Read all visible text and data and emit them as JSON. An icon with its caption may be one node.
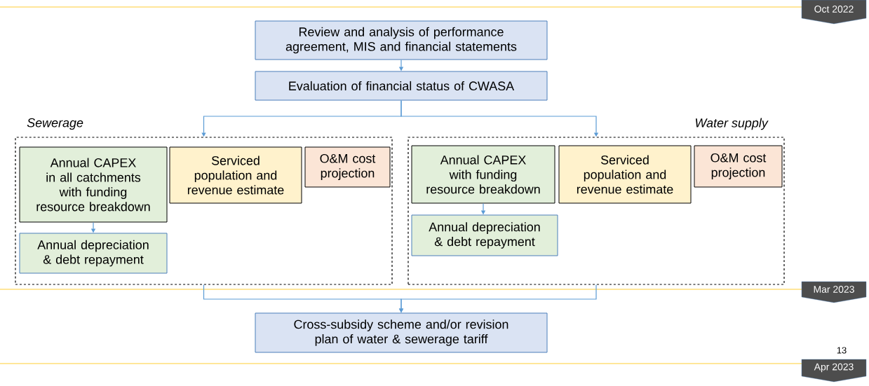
{
  "diagram": {
    "nodes": [
      {
        "text": [
          "Review and analysis of performance agreement, MIS and financial statements"
        ]
      },
      {
        "text": [
          "Evaluation of financial status of CWASA"
        ]
      },
      {
        "text": [
          "Sewerage"
        ]
      },
      {
        "text": [
          "Annual CAPEX in all catchments with funding resource breakdown"
        ],
        "in": 2
      },
      {
        "text": [
          "Serviced population and revenue estimate"
        ],
        "in": 2
      },
      {
        "text": [
          "O&M cost projection"
        ],
        "in": 2
      },
      {
        "text": [
          "Annual depreciation & debt repayment"
        ],
        "in": 2
      },
      {
        "text": [
          "Water supply"
        ]
      },
      {
        "text": [
          "Annual CAPEX with funding resource breakdown"
        ],
        "in": 7
      },
      {
        "text": [
          "Serviced population and revenue estimate"
        ],
        "in": 7
      },
      {
        "text": [
          "O&M cost projection"
        ],
        "in": 7
      },
      {
        "text": [
          "Annual depreciation & debt repayment"
        ],
        "in": 7
      },
      {
        "text": [
          "Cross-subsidy scheme and/or revision plan of water & sewerage tariff"
        ]
      },
      {
        "text": [
          "Oct 2022"
        ]
      },
      {
        "text": [
          "Mar 2023"
        ]
      },
      {
        "text": [
          "Apr 2023"
        ]
      }
    ],
    "edges": [
      {
        "from": 0,
        "to": 1,
        "arrow": "to"
      },
      {
        "from": 1,
        "to": 2,
        "arrow": "to"
      },
      {
        "from": 1,
        "to": 7,
        "arrow": "to"
      },
      {
        "from": 3,
        "to": 6,
        "arrow": "to"
      },
      {
        "from": 8,
        "to": 11,
        "arrow": "to"
      },
      {
        "from": 2,
        "to": 12,
        "arrow": "to"
      },
      {
        "from": 7,
        "to": 12,
        "arrow": "to"
      }
    ],
    "labels": [
      "13"
    ]
  }
}
